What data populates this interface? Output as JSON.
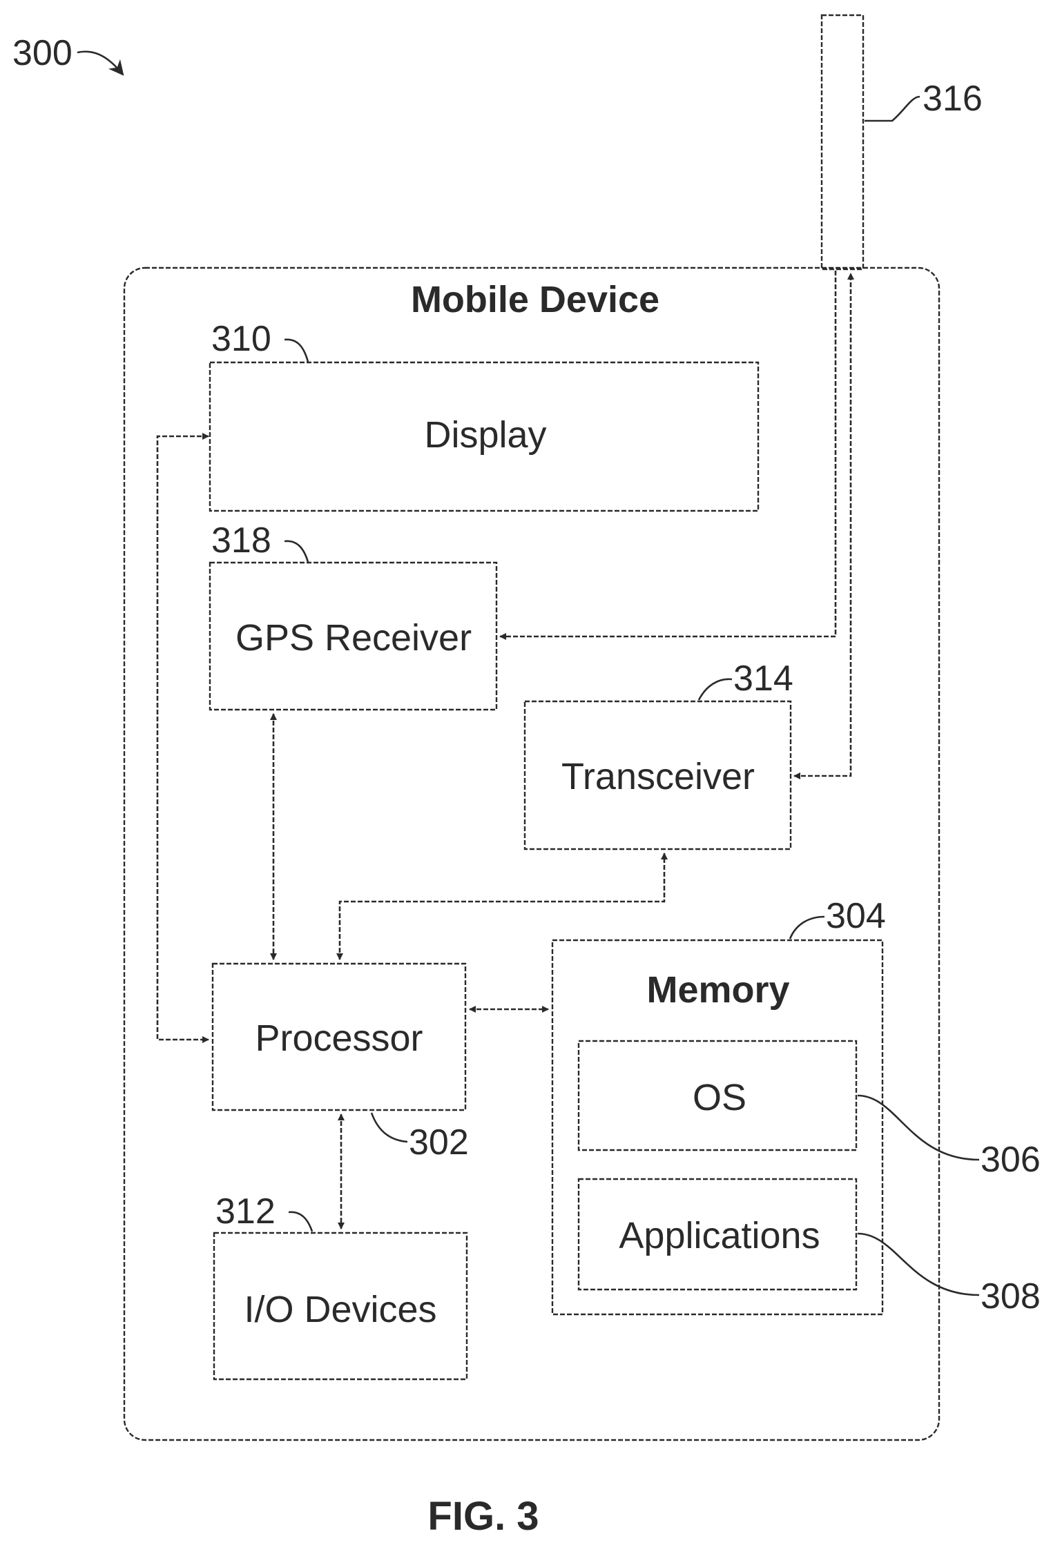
{
  "figure": {
    "number_label": "FIG. 3",
    "ref_main": "300",
    "device": {
      "title": "Mobile Device"
    },
    "antenna": {
      "ref": "316"
    },
    "blocks": {
      "display": {
        "label": "Display",
        "ref": "310"
      },
      "gps": {
        "label": "GPS Receiver",
        "ref": "318"
      },
      "transceiver": {
        "label": "Transceiver",
        "ref": "314"
      },
      "processor": {
        "label": "Processor",
        "ref": "302"
      },
      "memory": {
        "label": "Memory",
        "ref": "304"
      },
      "os": {
        "label": "OS",
        "ref": "306"
      },
      "applications": {
        "label": "Applications",
        "ref": "308"
      },
      "io": {
        "label": "I/O Devices",
        "ref": "312"
      }
    }
  }
}
